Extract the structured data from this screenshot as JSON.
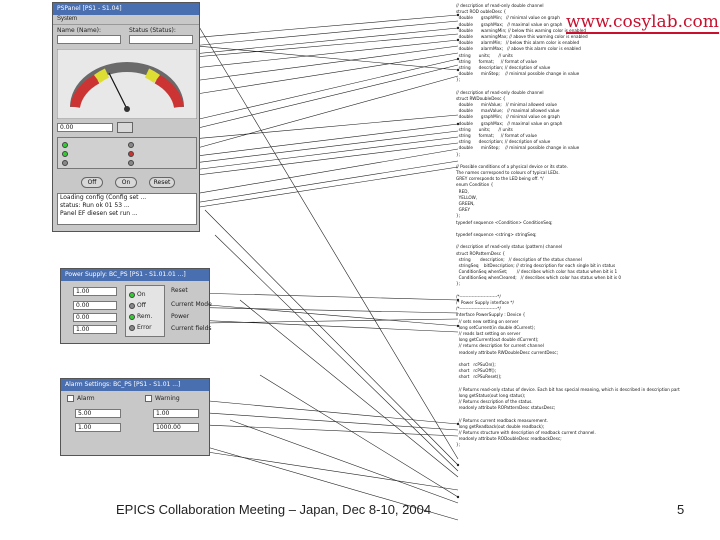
{
  "logo": {
    "text": "www.cosylab.com"
  },
  "footer": {
    "text": "EPICS Collaboration Meeting – Japan, Dec 8-10, 2004",
    "page_number": "5"
  },
  "panel_main": {
    "title": "PSPanel [PS1 - S1.04]",
    "menu": "System",
    "label_name": "Name (Name):",
    "label_status": "Status (Status):",
    "setpoint": "0.00",
    "console_lines": [
      "Loading config (Config set ...",
      "status: Run  ok 01 53 ...",
      "Panel EF diesen set run ..."
    ],
    "buttons": [
      "Off",
      "On",
      "Reset"
    ]
  },
  "panel_bc": {
    "title": "Power Supply: BC_PS [PS1 - S1.01.01 ...]",
    "fields": [
      "1.00",
      "0.00",
      "0.00",
      "1.00"
    ],
    "led_labels": [
      "On",
      "Off",
      "Rem.",
      "Error"
    ],
    "side_buttons": [
      "Reset",
      "Current Mode",
      "Power",
      "Current fields"
    ]
  },
  "panel_alarm": {
    "title": "Alarm Settings: BC_PS [PS1 - S1.01 ...]",
    "checkbox_labels": [
      "Alarm",
      "Warning"
    ],
    "fields": [
      "5.00",
      "1.00",
      "1.00",
      "1000.00"
    ]
  },
  "code": [
    "// description of read-only double channel",
    "struct ROD oubleDesc {",
    "  double      graphMin;   // minimal value on graph",
    "  double      graphMax;   // maximal value on graph",
    "  double      warningMin; // below this warning color is enabled",
    "  double      warningMax; // above this warning color is enabled",
    "  double      alarmMin;   // below this alarm color is enabled",
    "  double      alarmMax;   // above this alarm color is enabled",
    "  string      units;      // units",
    "  string      format;     // format of value",
    "  string      description; // description of value",
    "  double      minStep;    // minimal possible change in value",
    "};",
    "",
    "// description of read-only double channel",
    "struct RWDoubleDesc {",
    "  double      minValue;   // minimal allowed value",
    "  double      maxValue;   // maximal allowed value",
    "  double      graphMin;   // minimal value on graph",
    "  double      graphMax;   // maximal value on graph",
    "  string      units;      // units",
    "  string      format;     // format of value",
    "  string      description; // description of value",
    "  double      minStep;    // minimal possible change in value",
    "};",
    "",
    "// Possible conditions of a physical device or its state.",
    "The names correspond to colours of typical LEDs.",
    "GREY corresponds to the LED being off. */",
    "enum Condition {",
    "  RED,",
    "  YELLOW,",
    "  GREEN,",
    "  GREY",
    "};",
    "typedef sequence <Condition> ConditionSeq;",
    "",
    "typedef sequence <string> stringSeq;",
    "",
    "// description of read-only status (pattern) channel",
    "struct ROPatternDesc {",
    "  string       description;   // description of the status channel",
    "  stringSeq    bitDescription; // string description for each single bit in status",
    "  ConditionSeq whenSet;       // describes which color has status when bit is 1",
    "  ConditionSeq whenCleared;   // describes which color has status when bit is 0",
    "};",
    "",
    "/*-------------------------*/",
    "/* Power Supply interface */",
    "/*-------------------------*/",
    "interface PowerSupply : Device {",
    "  // sets new setting on server",
    "  long setCurrent(in double dCurrent);",
    "  // reads last setting on server",
    "  long getCurrent(out double dCurrent);",
    "  // returns description for current channel",
    "  readonly attribute RWDoubleDesc currentDesc;",
    "",
    "  short   rcPSuOn();",
    "  short   rcPSuOff();",
    "  short   rcPSuReset();",
    "",
    "  // Returns read-only status of device. Each bit has special meaning, which is described in description part",
    "  long getStatus(out long status);",
    "  // Returns description of the status.",
    "  readonly attribute ROPatternDesc statusDesc;",
    "",
    "  // Returns current readback measurement.",
    "  long getReadback(out double readback);",
    "  // Returns structure with description of readback current channel.",
    "  readonly attribute RODoubleDesc readbackDesc;",
    "};"
  ]
}
